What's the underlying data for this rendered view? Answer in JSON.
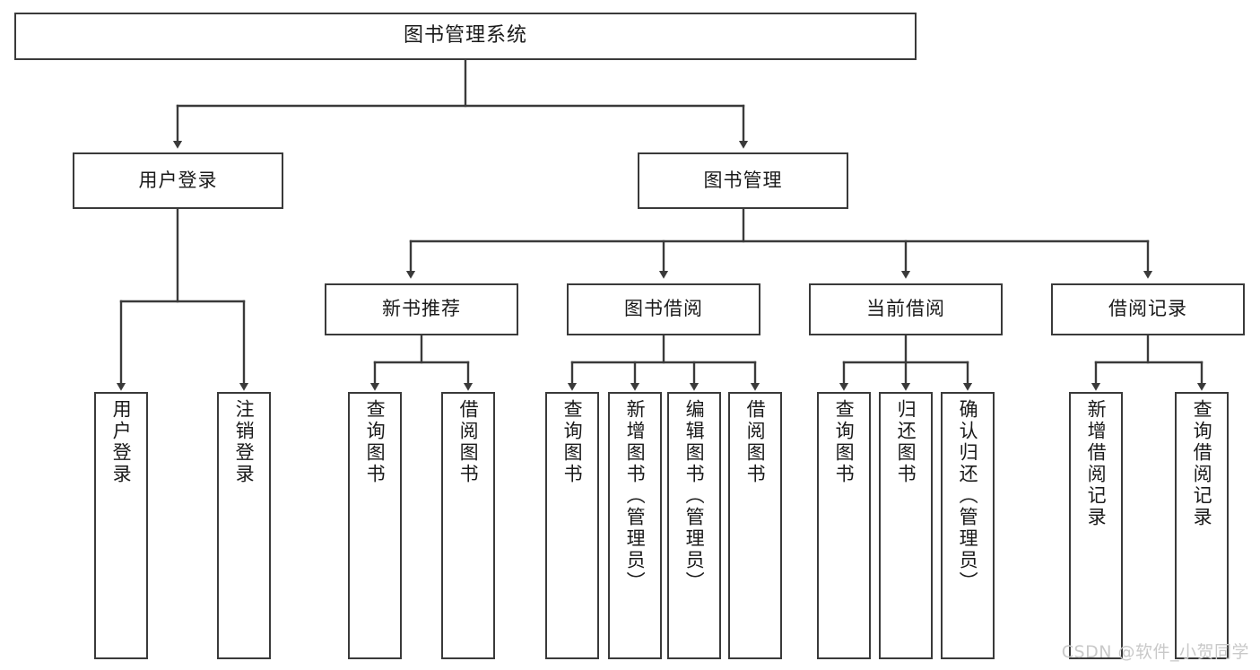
{
  "diagram": {
    "title": "图书管理系统",
    "watermark": "CSDN @软件_小贺同学",
    "stroke_color": "#3a3a3a",
    "fill_color": "#ffffff",
    "text_color": "#1a1a1a",
    "watermark_color": "#c9c9c9"
  },
  "nodes": {
    "root": {
      "label": "图书管理系统"
    },
    "level2": [
      {
        "label": "用户登录"
      },
      {
        "label": "图书管理"
      }
    ],
    "level3": [
      {
        "label": "新书推荐"
      },
      {
        "label": "图书借阅"
      },
      {
        "label": "当前借阅"
      },
      {
        "label": "借阅记录"
      }
    ],
    "leaves_user_login": [
      {
        "label": "用户登录"
      },
      {
        "label": "注销登录"
      }
    ],
    "leaves_new_books": [
      {
        "label": "查询图书"
      },
      {
        "label": "借阅图书"
      }
    ],
    "leaves_borrow": [
      {
        "label": "查询图书"
      },
      {
        "label": "新增图书（管理员）"
      },
      {
        "label": "编辑图书（管理员）"
      },
      {
        "label": "借阅图书"
      }
    ],
    "leaves_current": [
      {
        "label": "查询图书"
      },
      {
        "label": "归还图书"
      },
      {
        "label": "确认归还（管理员）"
      }
    ],
    "leaves_records": [
      {
        "label": "新增借阅记录"
      },
      {
        "label": "查询借阅记录"
      }
    ]
  }
}
